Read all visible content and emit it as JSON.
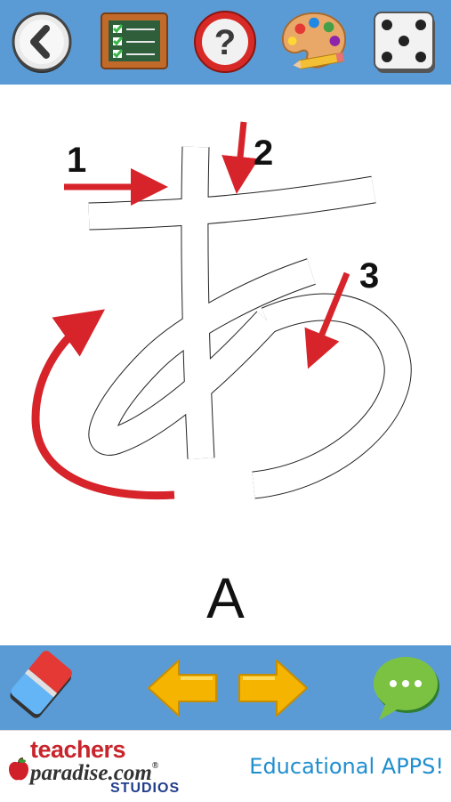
{
  "toolbar": {
    "icons": [
      "back-icon",
      "checklist-board-icon",
      "help-icon",
      "paint-palette-icon",
      "dice-icon"
    ],
    "help_glyph": "?",
    "accent": "#5b9bd5"
  },
  "character": {
    "kana": "あ",
    "romaji": "A",
    "strokes": [
      {
        "number": "1"
      },
      {
        "number": "2"
      },
      {
        "number": "3"
      }
    ],
    "arrow_color": "#d7232a"
  },
  "bottom_bar": {
    "icons": [
      "eraser-icon",
      "previous-arrow-icon",
      "next-arrow-icon",
      "chat-bubble-icon"
    ]
  },
  "banner": {
    "brand_line1": "teachers",
    "brand_line2": "paradise.com",
    "brand_reg": "®",
    "brand_line3": "STUDIOS",
    "tagline": "Educational APPS!"
  }
}
